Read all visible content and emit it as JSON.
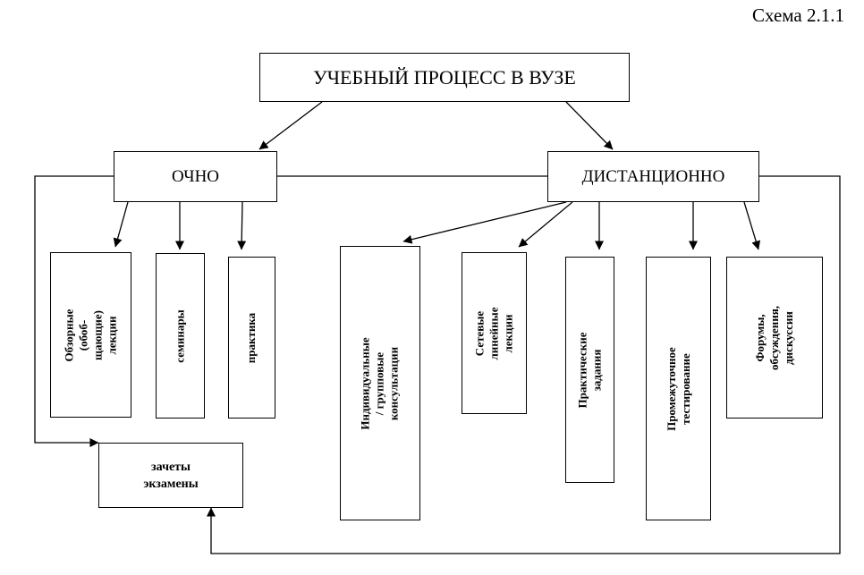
{
  "caption": "Схема 2.1.1",
  "root": {
    "label": "УЧЕБНЫЙ ПРОЦЕСС В ВУЗЕ"
  },
  "branches": {
    "ochno": {
      "label": "ОЧНО"
    },
    "distance": {
      "label": "ДИСТАНЦИОННО"
    }
  },
  "ochno_items": [
    {
      "label": "Обзорные (обоб-\nщающие) лекции"
    },
    {
      "label": "семинары"
    },
    {
      "label": "практика"
    }
  ],
  "distance_items": [
    {
      "label": "Индивидуальные / групповые\nконсультации"
    },
    {
      "label": "Сетевые\nлинейные лекции"
    },
    {
      "label": "Практические  задания"
    },
    {
      "label": "Промежуточное тестирование"
    },
    {
      "label": "Форумы,\nобсуждения,\nдискуссии"
    }
  ],
  "exams": {
    "label": "зачеты\nэкзамены"
  }
}
